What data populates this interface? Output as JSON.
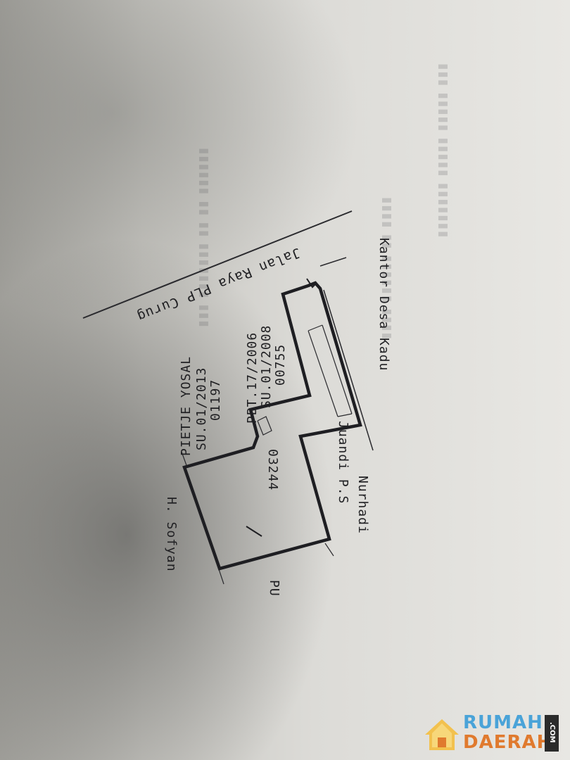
{
  "road": {
    "name": "Jalan Raya PLP Curug"
  },
  "neighbors": {
    "north": "Kantor Desa Kadu",
    "east_1": "Nurhadi",
    "east_2": "Juandi P.S",
    "south": "H. Sofyan",
    "edge": "PU"
  },
  "parcels": {
    "parcel_a": {
      "number": "00755",
      "su": "SU.01/2008",
      "pbt": "PBT.17/2006"
    },
    "parcel_b": {
      "number": "01197",
      "su": "SU.01/2013",
      "owner": "PIETJE YOSAL"
    },
    "main_parcel": {
      "number": "03244"
    }
  },
  "watermark": {
    "line1": "RUMAH",
    "line2": "DAERAH",
    "suffix": ".COM"
  },
  "colors": {
    "ink": "#1f1f22",
    "logo_blue": "#4aa3d8",
    "logo_orange": "#e07a2e"
  }
}
